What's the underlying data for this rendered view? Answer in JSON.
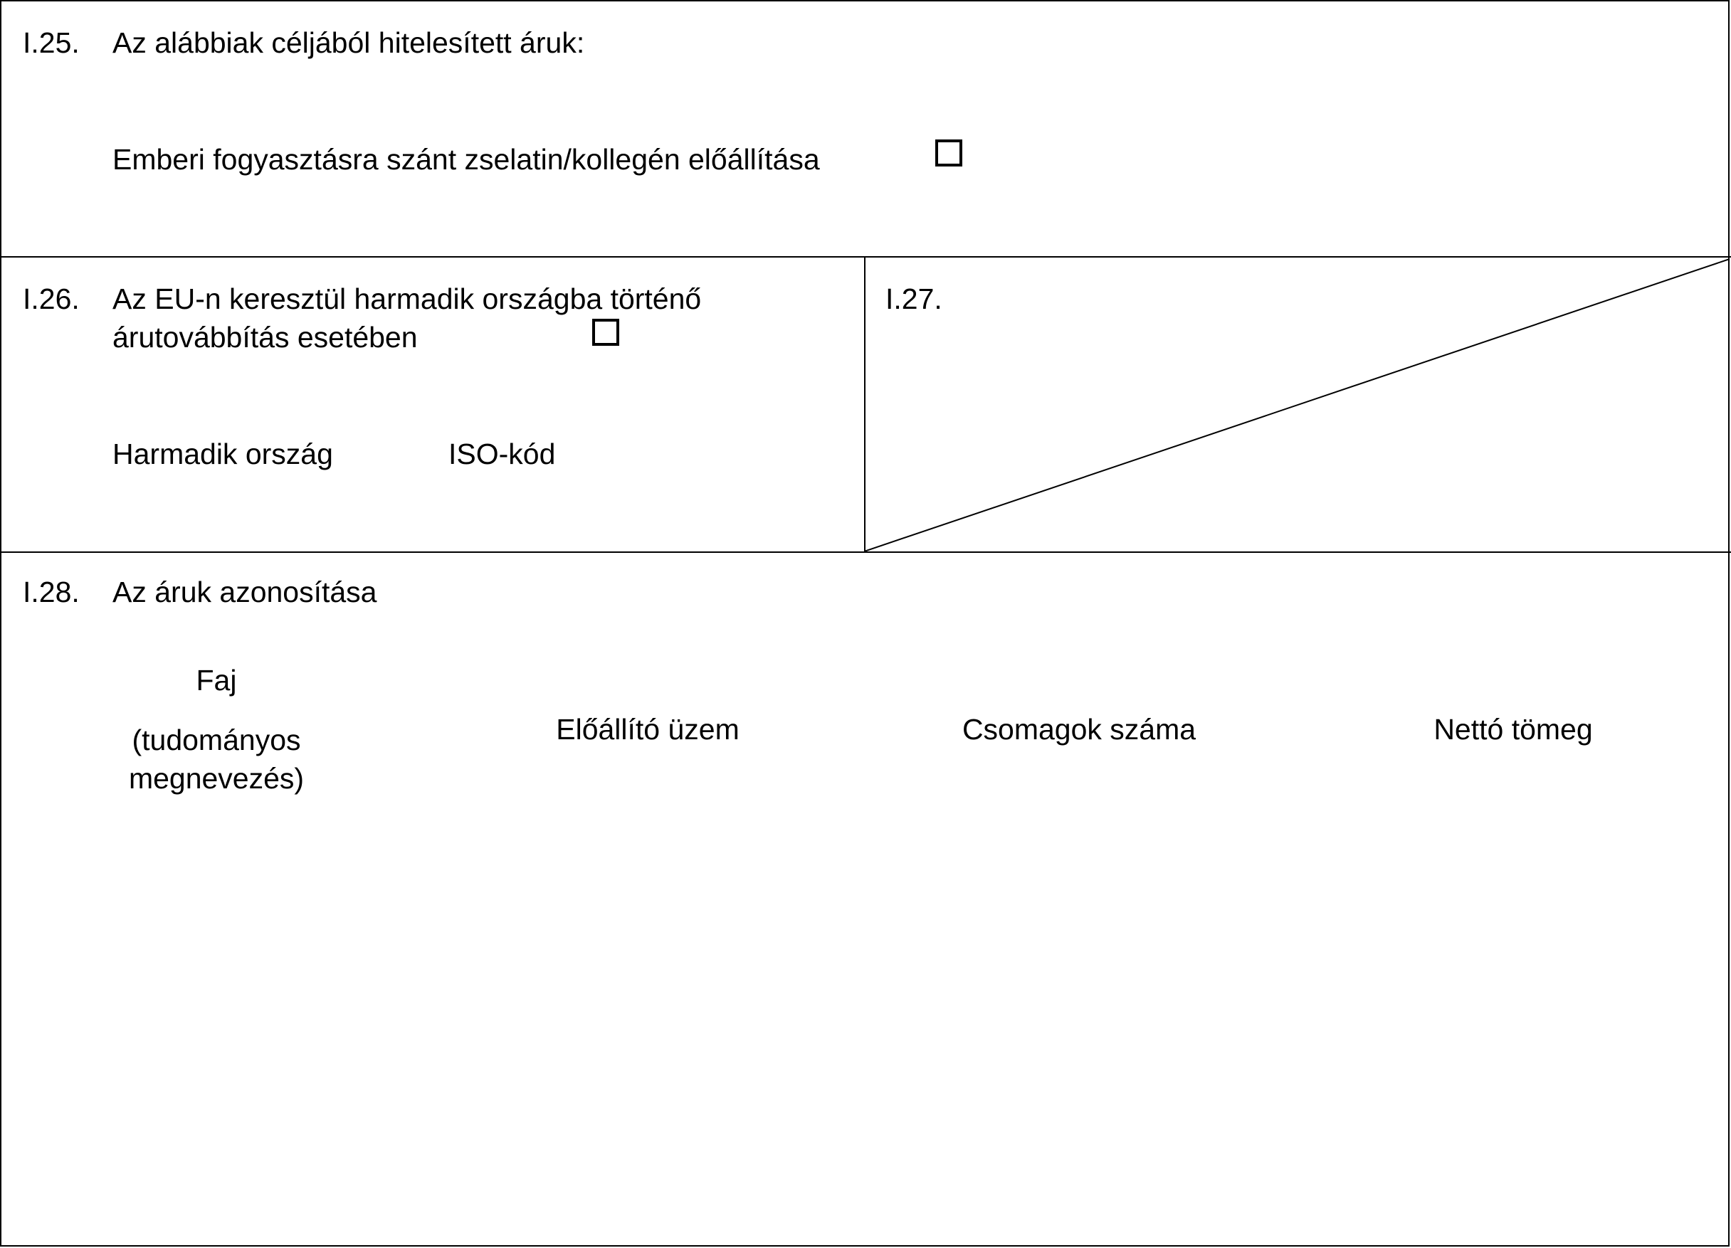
{
  "section_i25": {
    "number": "I.25.",
    "title": "Az alábbiak céljából hitelesített áruk:",
    "option_label": "Emberi fogyasztásra szánt zselatin/kollegén előállítása",
    "option_checked": false
  },
  "section_i26": {
    "number": "I.26.",
    "title_line1": "Az EU-n keresztül harmadik országba történő",
    "title_line2": "árutovábbítás esetében",
    "checked": false,
    "field_country": "Harmadik ország",
    "field_iso": "ISO-kód"
  },
  "section_i27": {
    "number": "I.27."
  },
  "section_i28": {
    "number": "I.28.",
    "title": "Az áruk azonosítása",
    "columns": {
      "species_line1": "Faj",
      "species_line2": "(tudományos",
      "species_line3": "megnevezés)",
      "plant": "Előállító üzem",
      "packages": "Csomagok száma",
      "net_weight": "Nettó tömeg"
    }
  }
}
